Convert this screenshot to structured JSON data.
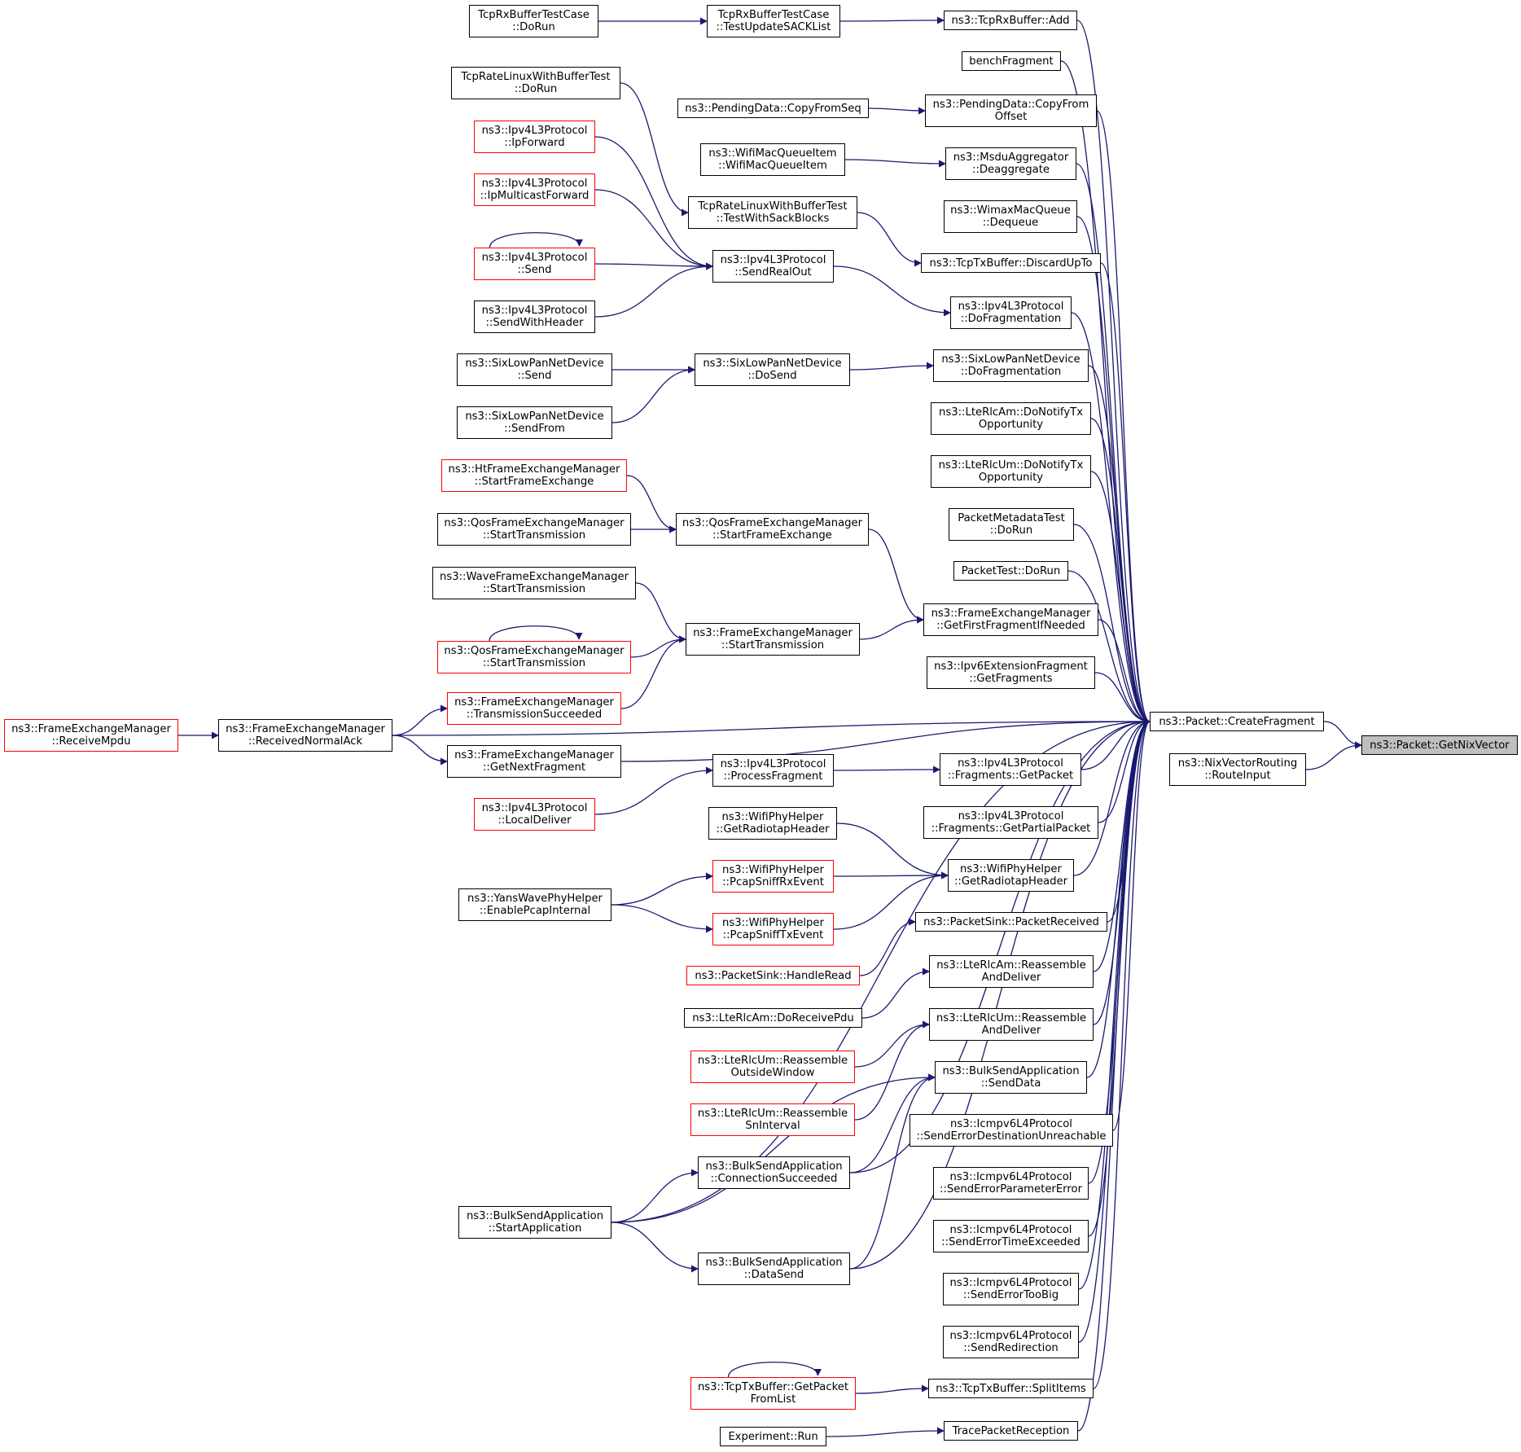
{
  "colors": {
    "edge": "#191970",
    "border": "#000000",
    "truncated_border": "#ff0000",
    "target_fill": "#bfbfbf"
  },
  "nodes": [
    {
      "id": "getnixvector",
      "lines": [
        "ns3::Packet::GetNixVector"
      ],
      "style": "target"
    },
    {
      "id": "createfragment",
      "lines": [
        "ns3::Packet::CreateFragment"
      ],
      "style": "normal"
    },
    {
      "id": "nixrouteinput",
      "lines": [
        "ns3::NixVectorRouting",
        "::RouteInput"
      ],
      "style": "normal"
    },
    {
      "id": "tcprx_add",
      "lines": [
        "ns3::TcpRxBuffer::Add"
      ],
      "style": "normal"
    },
    {
      "id": "benchfragment",
      "lines": [
        "benchFragment"
      ],
      "style": "normal"
    },
    {
      "id": "pending_copyfromoffset",
      "lines": [
        "ns3::PendingData::CopyFrom",
        "Offset"
      ],
      "style": "normal"
    },
    {
      "id": "msdu_deaggregate",
      "lines": [
        "ns3::MsduAggregator",
        "::Deaggregate"
      ],
      "style": "normal"
    },
    {
      "id": "wimax_dequeue",
      "lines": [
        "ns3::WimaxMacQueue",
        "::Dequeue"
      ],
      "style": "normal"
    },
    {
      "id": "tcptx_discardupto",
      "lines": [
        "ns3::TcpTxBuffer::DiscardUpTo"
      ],
      "style": "normal"
    },
    {
      "id": "ipv4_dofragmentation",
      "lines": [
        "ns3::Ipv4L3Protocol",
        "::DoFragmentation"
      ],
      "style": "normal"
    },
    {
      "id": "sixlowpan_dofragmentation",
      "lines": [
        "ns3::SixLowPanNetDevice",
        "::DoFragmentation"
      ],
      "style": "normal"
    },
    {
      "id": "lterlcam_donotify",
      "lines": [
        "ns3::LteRlcAm::DoNotifyTx",
        "Opportunity"
      ],
      "style": "normal"
    },
    {
      "id": "lterlcum_donotify",
      "lines": [
        "ns3::LteRlcUm::DoNotifyTx",
        "Opportunity"
      ],
      "style": "normal"
    },
    {
      "id": "packetmetadatatest",
      "lines": [
        "PacketMetadataTest",
        "::DoRun"
      ],
      "style": "normal"
    },
    {
      "id": "packettest",
      "lines": [
        "PacketTest::DoRun"
      ],
      "style": "normal"
    },
    {
      "id": "fem_getfirstfragment",
      "lines": [
        "ns3::FrameExchangeManager",
        "::GetFirstFragmentIfNeeded"
      ],
      "style": "normal"
    },
    {
      "id": "ipv6ext_getfragments",
      "lines": [
        "ns3::Ipv6ExtensionFragment",
        "::GetFragments"
      ],
      "style": "normal"
    },
    {
      "id": "fem_receivednormalack",
      "lines": [
        "ns3::FrameExchangeManager",
        "::ReceivedNormalAck"
      ],
      "style": "normal"
    },
    {
      "id": "fem_getnextfragment",
      "lines": [
        "ns3::FrameExchangeManager",
        "::GetNextFragment"
      ],
      "style": "normal"
    },
    {
      "id": "ipv4frag_getpacket",
      "lines": [
        "ns3::Ipv4L3Protocol",
        "::Fragments::GetPacket"
      ],
      "style": "normal"
    },
    {
      "id": "ipv4frag_getpartialpacket",
      "lines": [
        "ns3::Ipv4L3Protocol",
        "::Fragments::GetPartialPacket"
      ],
      "style": "normal"
    },
    {
      "id": "wifiphy_getradiotap_b",
      "lines": [
        "ns3::WifiPhyHelper",
        "::GetRadiotapHeader"
      ],
      "style": "normal"
    },
    {
      "id": "packetsink_packetreceived",
      "lines": [
        "ns3::PacketSink::PacketReceived"
      ],
      "style": "normal"
    },
    {
      "id": "lterlcam_reassemble",
      "lines": [
        "ns3::LteRlcAm::Reassemble",
        "AndDeliver"
      ],
      "style": "normal"
    },
    {
      "id": "lterlcum_reassemble",
      "lines": [
        "ns3::LteRlcUm::Reassemble",
        "AndDeliver"
      ],
      "style": "normal"
    },
    {
      "id": "bulksend_senddata",
      "lines": [
        "ns3::BulkSendApplication",
        "::SendData"
      ],
      "style": "normal"
    },
    {
      "id": "icmp_senddestunreach",
      "lines": [
        "ns3::Icmpv6L4Protocol",
        "::SendErrorDestinationUnreachable"
      ],
      "style": "normal"
    },
    {
      "id": "icmp_sendparamerror",
      "lines": [
        "ns3::Icmpv6L4Protocol",
        "::SendErrorParameterError"
      ],
      "style": "normal"
    },
    {
      "id": "icmp_sendtimeexceeded",
      "lines": [
        "ns3::Icmpv6L4Protocol",
        "::SendErrorTimeExceeded"
      ],
      "style": "normal"
    },
    {
      "id": "icmp_sendtoobig",
      "lines": [
        "ns3::Icmpv6L4Protocol",
        "::SendErrorTooBig"
      ],
      "style": "normal"
    },
    {
      "id": "icmp_sendredirection",
      "lines": [
        "ns3::Icmpv6L4Protocol",
        "::SendRedirection"
      ],
      "style": "normal"
    },
    {
      "id": "tcptx_splititems",
      "lines": [
        "ns3::TcpTxBuffer::SplitItems"
      ],
      "style": "normal"
    },
    {
      "id": "tracepacketreception",
      "lines": [
        "TracePacketReception"
      ],
      "style": "normal"
    },
    {
      "id": "tcprxtest_testupdatesack",
      "lines": [
        "TcpRxBufferTestCase",
        "::TestUpdateSACKList"
      ],
      "style": "normal"
    },
    {
      "id": "tcprxtest_dorun",
      "lines": [
        "TcpRxBufferTestCase",
        "::DoRun"
      ],
      "style": "normal"
    },
    {
      "id": "pending_copyfromseq",
      "lines": [
        "ns3::PendingData::CopyFromSeq"
      ],
      "style": "normal"
    },
    {
      "id": "wifimacqueueitem",
      "lines": [
        "ns3::WifiMacQueueItem",
        "::WifiMacQueueItem"
      ],
      "style": "normal"
    },
    {
      "id": "tcpratelinux_testwithsack",
      "lines": [
        "TcpRateLinuxWithBufferTest",
        "::TestWithSackBlocks"
      ],
      "style": "normal"
    },
    {
      "id": "tcpratelinux_dorun",
      "lines": [
        "TcpRateLinuxWithBufferTest",
        "::DoRun"
      ],
      "style": "normal"
    },
    {
      "id": "ipv4_sendrealout",
      "lines": [
        "ns3::Ipv4L3Protocol",
        "::SendRealOut"
      ],
      "style": "normal"
    },
    {
      "id": "ipv4_ipforward",
      "lines": [
        "ns3::Ipv4L3Protocol",
        "::IpForward"
      ],
      "style": "red"
    },
    {
      "id": "ipv4_ipmulticastforward",
      "lines": [
        "ns3::Ipv4L3Protocol",
        "::IpMulticastForward"
      ],
      "style": "red"
    },
    {
      "id": "ipv4_send",
      "lines": [
        "ns3::Ipv4L3Protocol",
        "::Send"
      ],
      "style": "red"
    },
    {
      "id": "ipv4_sendwithheader",
      "lines": [
        "ns3::Ipv4L3Protocol",
        "::SendWithHeader"
      ],
      "style": "normal"
    },
    {
      "id": "sixlowpan_dosend",
      "lines": [
        "ns3::SixLowPanNetDevice",
        "::DoSend"
      ],
      "style": "normal"
    },
    {
      "id": "sixlowpan_send",
      "lines": [
        "ns3::SixLowPanNetDevice",
        "::Send"
      ],
      "style": "normal"
    },
    {
      "id": "sixlowpan_sendfrom",
      "lines": [
        "ns3::SixLowPanNetDevice",
        "::SendFrom"
      ],
      "style": "normal"
    },
    {
      "id": "qosfem_startframeexchange",
      "lines": [
        "ns3::QosFrameExchangeManager",
        "::StartFrameExchange"
      ],
      "style": "normal"
    },
    {
      "id": "htfem_startframeexchange",
      "lines": [
        "ns3::HtFrameExchangeManager",
        "::StartFrameExchange"
      ],
      "style": "red"
    },
    {
      "id": "qosfem_starttransmission_a",
      "lines": [
        "ns3::QosFrameExchangeManager",
        "::StartTransmission"
      ],
      "style": "normal"
    },
    {
      "id": "fem_starttransmission",
      "lines": [
        "ns3::FrameExchangeManager",
        "::StartTransmission"
      ],
      "style": "normal"
    },
    {
      "id": "wavefem_starttransmission",
      "lines": [
        "ns3::WaveFrameExchangeManager",
        "::StartTransmission"
      ],
      "style": "normal"
    },
    {
      "id": "qosfem_starttransmission_b",
      "lines": [
        "ns3::QosFrameExchangeManager",
        "::StartTransmission"
      ],
      "style": "red"
    },
    {
      "id": "fem_transmissionsucceeded",
      "lines": [
        "ns3::FrameExchangeManager",
        "::TransmissionSucceeded"
      ],
      "style": "red"
    },
    {
      "id": "fem_receivempdu",
      "lines": [
        "ns3::FrameExchangeManager",
        "::ReceiveMpdu"
      ],
      "style": "red"
    },
    {
      "id": "ipv4_processfragment",
      "lines": [
        "ns3::Ipv4L3Protocol",
        "::ProcessFragment"
      ],
      "style": "normal"
    },
    {
      "id": "ipv4_localdeliver",
      "lines": [
        "ns3::Ipv4L3Protocol",
        "::LocalDeliver"
      ],
      "style": "red"
    },
    {
      "id": "wifiphy_getradiotap_a",
      "lines": [
        "ns3::WifiPhyHelper",
        "::GetRadiotapHeader"
      ],
      "style": "normal"
    },
    {
      "id": "wifiphy_pcapsniffrx",
      "lines": [
        "ns3::WifiPhyHelper",
        "::PcapSniffRxEvent"
      ],
      "style": "red"
    },
    {
      "id": "wifiphy_pcapsnifftx",
      "lines": [
        "ns3::WifiPhyHelper",
        "::PcapSniffTxEvent"
      ],
      "style": "red"
    },
    {
      "id": "yanswave_enablepcap",
      "lines": [
        "ns3::YansWavePhyHelper",
        "::EnablePcapInternal"
      ],
      "style": "normal"
    },
    {
      "id": "packetsink_handleread",
      "lines": [
        "ns3::PacketSink::HandleRead"
      ],
      "style": "red"
    },
    {
      "id": "lterlcam_doreceivepdu",
      "lines": [
        "ns3::LteRlcAm::DoReceivePdu"
      ],
      "style": "normal"
    },
    {
      "id": "lterlcum_reassembleoutside",
      "lines": [
        "ns3::LteRlcUm::Reassemble",
        "OutsideWindow"
      ],
      "style": "red"
    },
    {
      "id": "lterlcum_reassemblesn",
      "lines": [
        "ns3::LteRlcUm::Reassemble",
        "SnInterval"
      ],
      "style": "red"
    },
    {
      "id": "bulksend_connectionsucceeded",
      "lines": [
        "ns3::BulkSendApplication",
        "::ConnectionSucceeded"
      ],
      "style": "normal"
    },
    {
      "id": "bulksend_startapplication",
      "lines": [
        "ns3::BulkSendApplication",
        "::StartApplication"
      ],
      "style": "normal"
    },
    {
      "id": "bulksend_datasend",
      "lines": [
        "ns3::BulkSendApplication",
        "::DataSend"
      ],
      "style": "normal"
    },
    {
      "id": "tcptx_getpacketfromlist",
      "lines": [
        "ns3::TcpTxBuffer::GetPacket",
        "FromList"
      ],
      "style": "red"
    },
    {
      "id": "experiment_run",
      "lines": [
        "Experiment::Run"
      ],
      "style": "normal"
    }
  ],
  "edges": [
    [
      "createfragment",
      "getnixvector"
    ],
    [
      "nixrouteinput",
      "getnixvector"
    ],
    [
      "tcprx_add",
      "createfragment"
    ],
    [
      "benchfragment",
      "createfragment"
    ],
    [
      "pending_copyfromoffset",
      "createfragment"
    ],
    [
      "msdu_deaggregate",
      "createfragment"
    ],
    [
      "wimax_dequeue",
      "createfragment"
    ],
    [
      "tcptx_discardupto",
      "createfragment"
    ],
    [
      "ipv4_dofragmentation",
      "createfragment"
    ],
    [
      "sixlowpan_dofragmentation",
      "createfragment"
    ],
    [
      "lterlcam_donotify",
      "createfragment"
    ],
    [
      "lterlcum_donotify",
      "createfragment"
    ],
    [
      "packetmetadatatest",
      "createfragment"
    ],
    [
      "packettest",
      "createfragment"
    ],
    [
      "fem_getfirstfragment",
      "createfragment"
    ],
    [
      "ipv6ext_getfragments",
      "createfragment"
    ],
    [
      "fem_receivednormalack",
      "createfragment"
    ],
    [
      "fem_getnextfragment",
      "createfragment"
    ],
    [
      "ipv4frag_getpacket",
      "createfragment"
    ],
    [
      "ipv4frag_getpartialpacket",
      "createfragment"
    ],
    [
      "wifiphy_getradiotap_b",
      "createfragment"
    ],
    [
      "packetsink_packetreceived",
      "createfragment"
    ],
    [
      "lterlcam_reassemble",
      "createfragment"
    ],
    [
      "lterlcum_reassemble",
      "createfragment"
    ],
    [
      "bulksend_senddata",
      "createfragment"
    ],
    [
      "icmp_senddestunreach",
      "createfragment"
    ],
    [
      "icmp_sendparamerror",
      "createfragment"
    ],
    [
      "icmp_sendtimeexceeded",
      "createfragment"
    ],
    [
      "icmp_sendtoobig",
      "createfragment"
    ],
    [
      "icmp_sendredirection",
      "createfragment"
    ],
    [
      "tcptx_splititems",
      "createfragment"
    ],
    [
      "tracepacketreception",
      "createfragment"
    ],
    [
      "bulksend_connectionsucceeded",
      "createfragment"
    ],
    [
      "bulksend_startapplication",
      "createfragment"
    ],
    [
      "bulksend_datasend",
      "createfragment"
    ],
    [
      "tcprxtest_testupdatesack",
      "tcprx_add"
    ],
    [
      "tcprxtest_dorun",
      "tcprxtest_testupdatesack"
    ],
    [
      "pending_copyfromseq",
      "pending_copyfromoffset"
    ],
    [
      "wifimacqueueitem",
      "msdu_deaggregate"
    ],
    [
      "tcpratelinux_testwithsack",
      "tcptx_discardupto"
    ],
    [
      "tcpratelinux_dorun",
      "tcpratelinux_testwithsack"
    ],
    [
      "ipv4_sendrealout",
      "ipv4_dofragmentation"
    ],
    [
      "ipv4_ipforward",
      "ipv4_sendrealout"
    ],
    [
      "ipv4_ipmulticastforward",
      "ipv4_sendrealout"
    ],
    [
      "ipv4_send",
      "ipv4_sendrealout"
    ],
    [
      "ipv4_sendwithheader",
      "ipv4_sendrealout"
    ],
    [
      "ipv4_send",
      "ipv4_send"
    ],
    [
      "sixlowpan_dosend",
      "sixlowpan_dofragmentation"
    ],
    [
      "sixlowpan_send",
      "sixlowpan_dosend"
    ],
    [
      "sixlowpan_sendfrom",
      "sixlowpan_dosend"
    ],
    [
      "qosfem_startframeexchange",
      "fem_getfirstfragment"
    ],
    [
      "htfem_startframeexchange",
      "qosfem_startframeexchange"
    ],
    [
      "qosfem_starttransmission_a",
      "qosfem_startframeexchange"
    ],
    [
      "fem_starttransmission",
      "fem_getfirstfragment"
    ],
    [
      "wavefem_starttransmission",
      "fem_starttransmission"
    ],
    [
      "qosfem_starttransmission_b",
      "fem_starttransmission"
    ],
    [
      "fem_transmissionsucceeded",
      "fem_starttransmission"
    ],
    [
      "qosfem_starttransmission_b",
      "qosfem_starttransmission_b"
    ],
    [
      "fem_receivednormalack",
      "fem_transmissionsucceeded"
    ],
    [
      "fem_receivempdu",
      "fem_receivednormalack"
    ],
    [
      "fem_receivednormalack",
      "fem_getnextfragment"
    ],
    [
      "ipv4_processfragment",
      "ipv4frag_getpacket"
    ],
    [
      "ipv4_localdeliver",
      "ipv4_processfragment"
    ],
    [
      "wifiphy_getradiotap_a",
      "wifiphy_getradiotap_b"
    ],
    [
      "wifiphy_pcapsniffrx",
      "wifiphy_getradiotap_b"
    ],
    [
      "wifiphy_pcapsnifftx",
      "wifiphy_getradiotap_b"
    ],
    [
      "yanswave_enablepcap",
      "wifiphy_pcapsniffrx"
    ],
    [
      "yanswave_enablepcap",
      "wifiphy_pcapsnifftx"
    ],
    [
      "packetsink_handleread",
      "packetsink_packetreceived"
    ],
    [
      "lterlcam_doreceivepdu",
      "lterlcam_reassemble"
    ],
    [
      "lterlcum_reassembleoutside",
      "lterlcum_reassemble"
    ],
    [
      "lterlcum_reassemblesn",
      "lterlcum_reassemble"
    ],
    [
      "bulksend_connectionsucceeded",
      "bulksend_senddata"
    ],
    [
      "bulksend_startapplication",
      "bulksend_senddata"
    ],
    [
      "bulksend_datasend",
      "bulksend_senddata"
    ],
    [
      "bulksend_startapplication",
      "bulksend_connectionsucceeded"
    ],
    [
      "bulksend_startapplication",
      "bulksend_datasend"
    ],
    [
      "tcptx_getpacketfromlist",
      "tcptx_splititems"
    ],
    [
      "tcptx_getpacketfromlist",
      "tcptx_getpacketfromlist"
    ],
    [
      "experiment_run",
      "tracepacketreception"
    ]
  ]
}
